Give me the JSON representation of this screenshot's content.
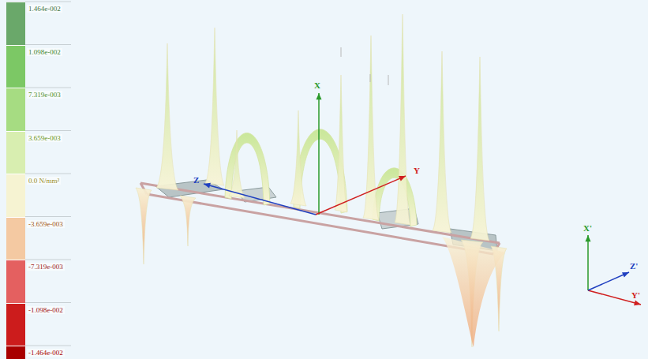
{
  "diagram": {
    "labels": [
      "X",
      "Y",
      "Z",
      "X'",
      "Z'",
      "Y'"
    ],
    "legend": [
      {
        "text": "1.464e-002",
        "color": "#6aa86a"
      },
      {
        "text": "1.098e-002",
        "color": "#7cc865"
      },
      {
        "text": "7.319e-003",
        "color": "#a6dc82"
      },
      {
        "text": "3.659e-003",
        "color": "#d8eeb0"
      },
      {
        "text": "0.0 N/mm²",
        "color": "#f6f3d2"
      },
      {
        "text": "-3.659e-003",
        "color": "#f4c9a2"
      },
      {
        "text": "-7.319e-003",
        "color": "#e46060"
      },
      {
        "text": "-1.098e-002",
        "color": "#cc1c1c"
      },
      {
        "text": "-1.464e-002",
        "color": "#a80000"
      }
    ]
  }
}
